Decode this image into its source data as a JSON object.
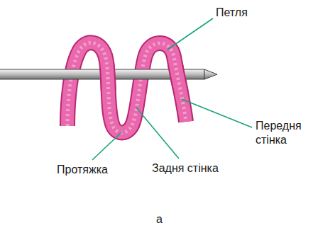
{
  "diagram": {
    "caption": "а",
    "labels": [
      "Петля",
      "Передня стінка",
      "Протяжка",
      "Задня стінка"
    ]
  }
}
